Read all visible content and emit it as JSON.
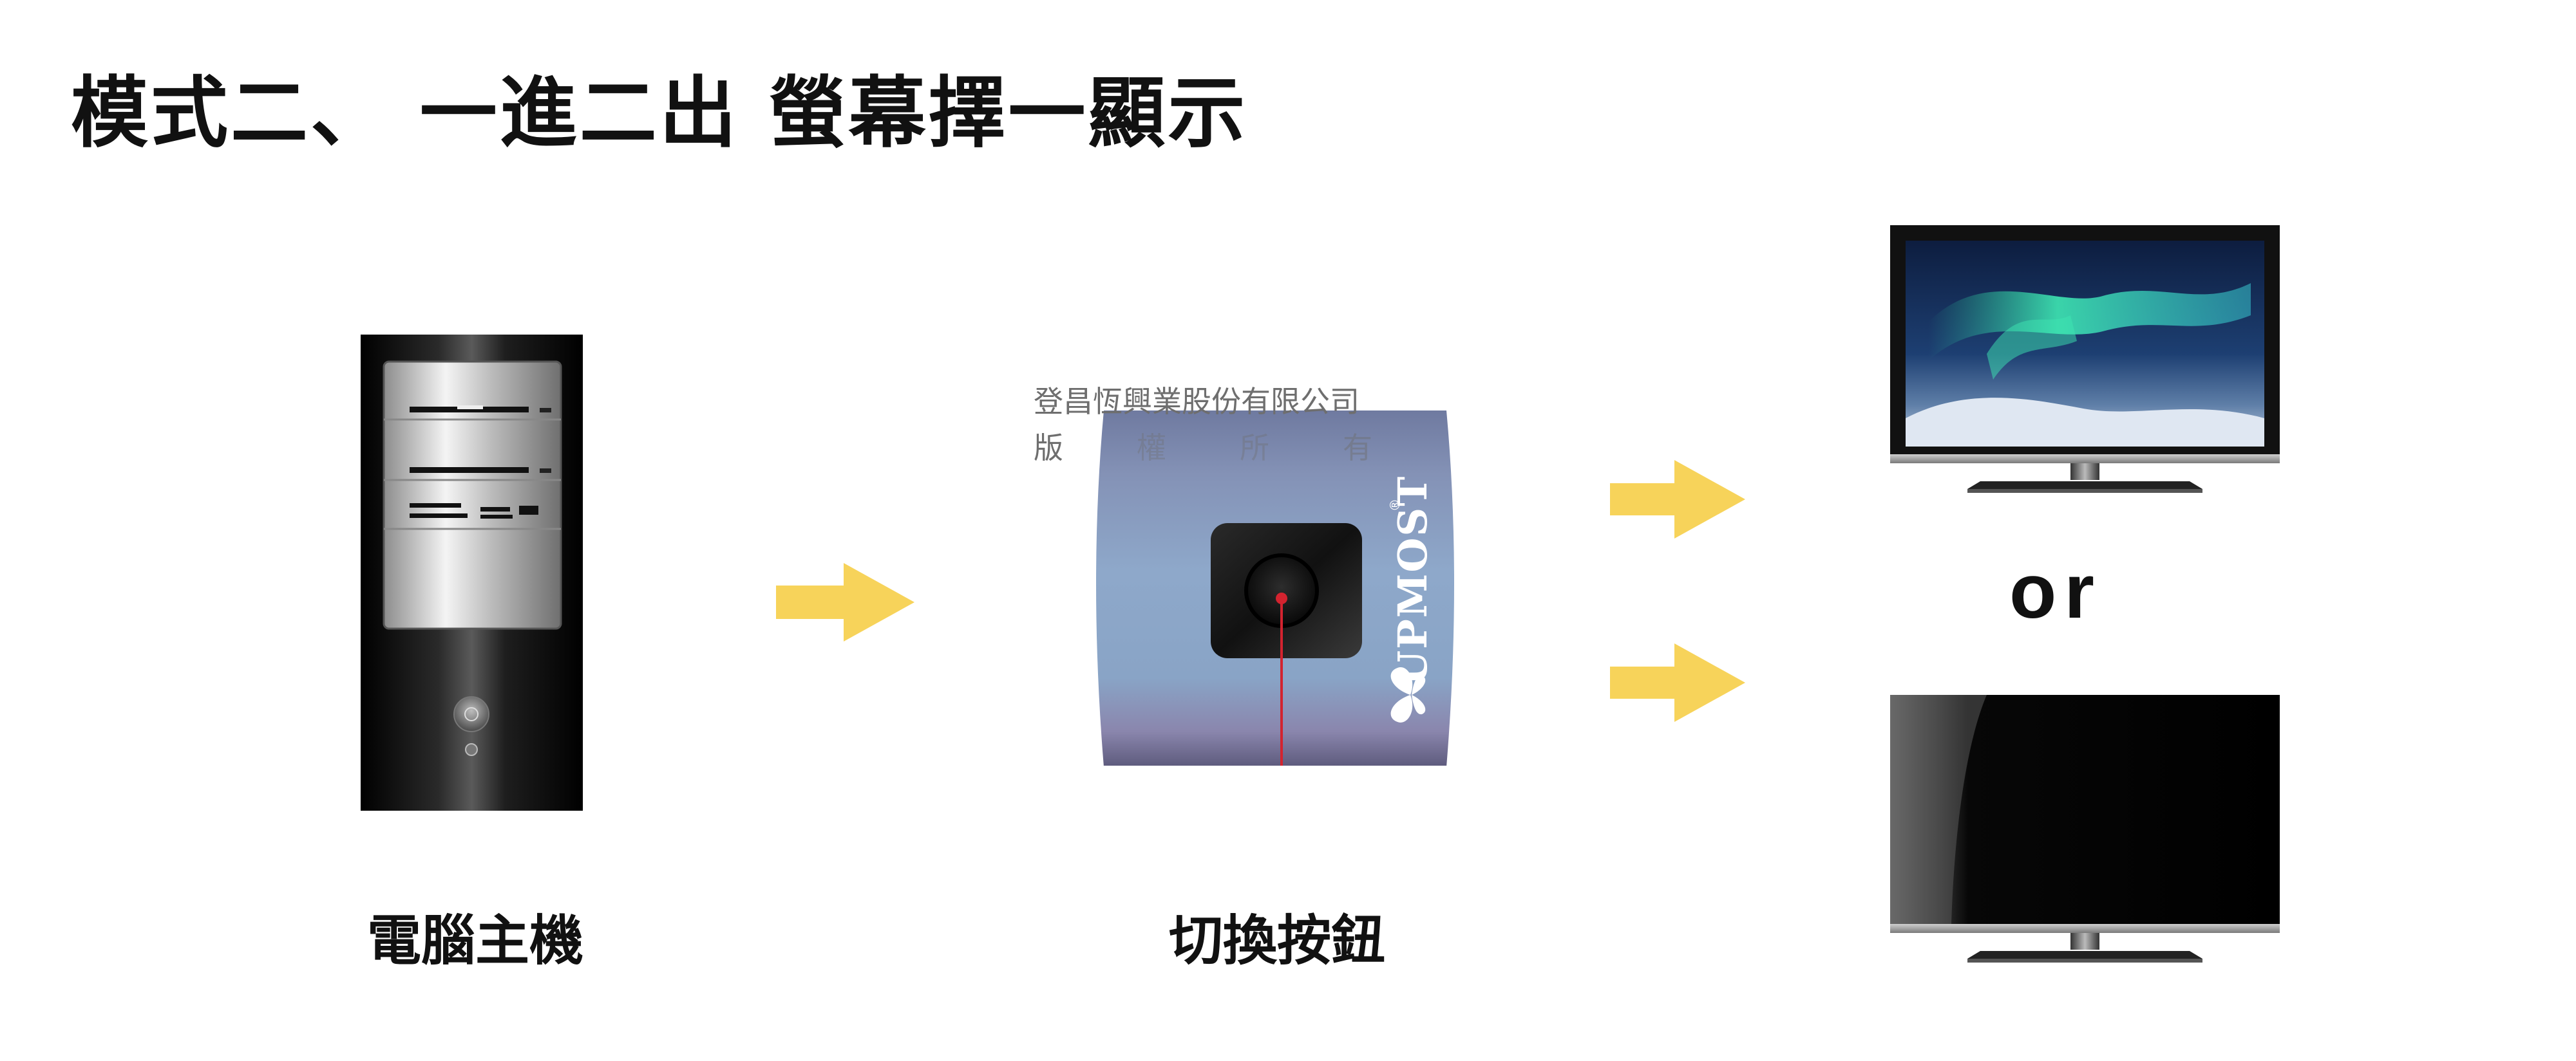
{
  "title": "模式二、 一進二出 螢幕擇一顯示",
  "labels": {
    "computer": "電腦主機",
    "button": "切換按鈕",
    "or": "or"
  },
  "switch": {
    "brand": "UPMOST",
    "registered": "®"
  },
  "watermark": {
    "line1": "登昌恆興業股份有限公司",
    "line2": [
      "版",
      "權",
      "所",
      "有"
    ]
  },
  "colors": {
    "arrow": "#f7d35a",
    "switch_body": "#8aa6c8",
    "pointer": "#d3232f"
  }
}
